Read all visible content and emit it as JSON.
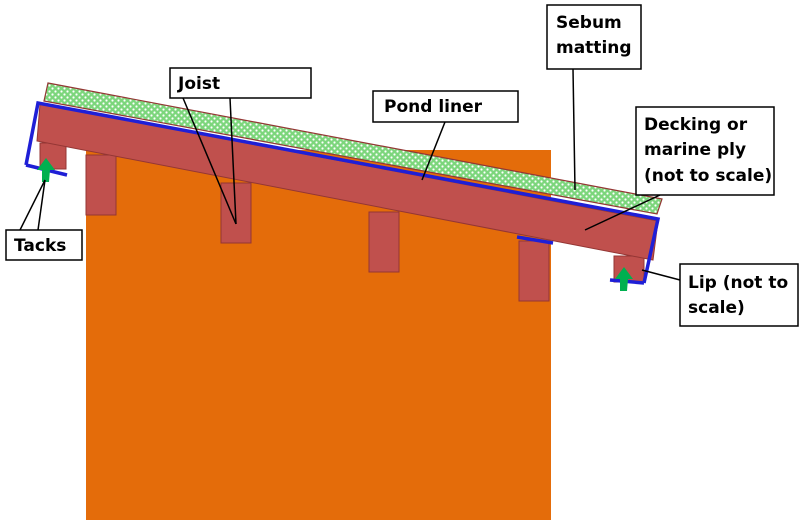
{
  "labels": {
    "sebum_line1": "Sebum",
    "sebum_line2": "matting",
    "joist": "Joist",
    "pond_liner": "Pond liner",
    "decking_line1": "Decking or",
    "decking_line2": "marine ply",
    "decking_line3": "(not to scale)",
    "lip_line1": "Lip (not to",
    "lip_line2": "scale)",
    "tacks": "Tacks"
  },
  "colors": {
    "wall": "#e46c0a",
    "wood": "#c0504d",
    "wood_stroke": "#943634",
    "liner": "#1f1fd6",
    "matting": "#7cd67c",
    "matting_dots": "#ffffff",
    "tack": "#00b050",
    "label_border": "#000000"
  }
}
